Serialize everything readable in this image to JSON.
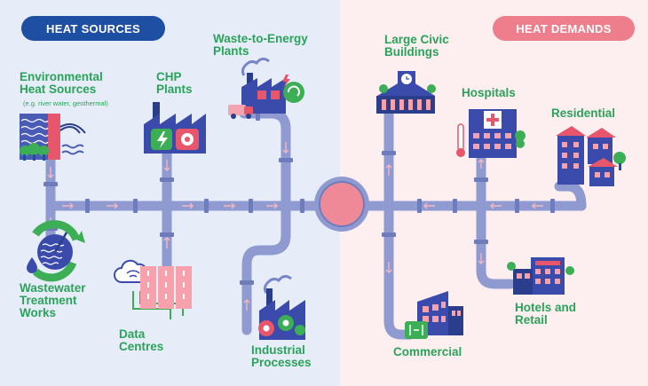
{
  "headers": {
    "left": "HEAT SOURCES",
    "right": "HEAT DEMANDS"
  },
  "sources": {
    "environmental": {
      "line1": "Environmental",
      "line2": "Heat Sources",
      "note": "(e.g. river water, geothermal)"
    },
    "chp": {
      "line1": "CHP",
      "line2": "Plants"
    },
    "waste_to_energy": {
      "line1": "Waste-to-Energy",
      "line2": "Plants"
    },
    "wastewater": {
      "line1": "Wastewater",
      "line2": "Treatment",
      "line3": "Works"
    },
    "data_centres": {
      "line1": "Data",
      "line2": "Centres"
    },
    "industrial": {
      "line1": "Industrial",
      "line2": "Processes"
    }
  },
  "demands": {
    "civic": {
      "line1": "Large Civic",
      "line2": "Buildings"
    },
    "hospitals": {
      "line1": "Hospitals"
    },
    "residential": {
      "line1": "Residential"
    },
    "hotels": {
      "line1": "Hotels and",
      "line2": "Retail"
    },
    "commercial": {
      "line1": "Commercial"
    }
  },
  "colors": {
    "left_bg": "#e7edf8",
    "right_bg": "#fdeef0",
    "pipe": "#8f9bd0",
    "pipe_dark": "#6f7cbc",
    "hub": "#ee8a98",
    "label_green": "#2aa35a",
    "navy": "#1f4fa3",
    "pink": "#ee7e8c"
  }
}
